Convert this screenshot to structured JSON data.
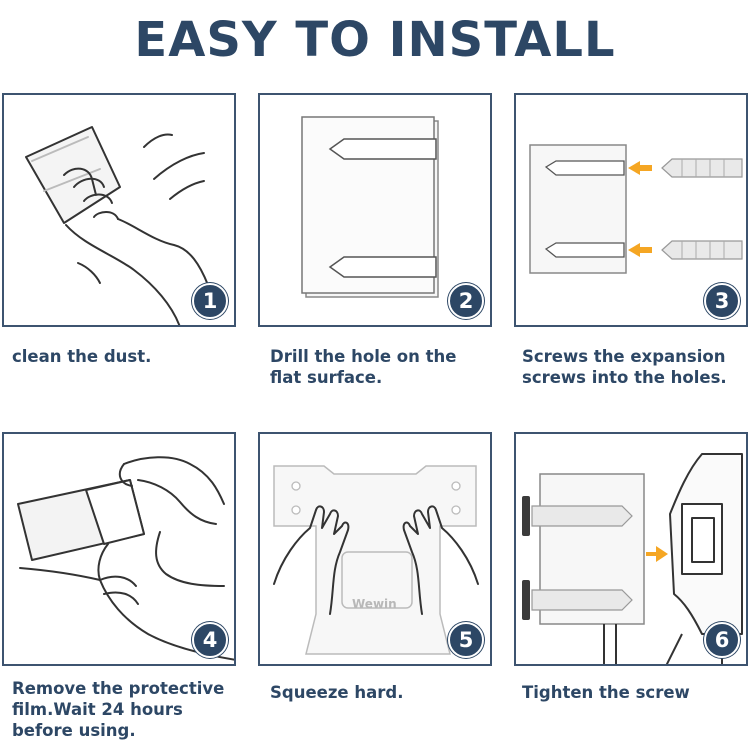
{
  "title": "EASY TO INSTALL",
  "brand_color": "#2d4765",
  "accent_color": "#f5a623",
  "steps": [
    {
      "number": "1",
      "caption": "clean the dust.",
      "icon": "hand-wiping-cloth-icon"
    },
    {
      "number": "2",
      "caption": "Drill the hole on the flat surface.",
      "icon": "drilled-wall-icon"
    },
    {
      "number": "3",
      "caption": "Screws the expansion screws into the holes.",
      "icon": "expansion-screw-icon"
    },
    {
      "number": "4",
      "caption": "Remove the protective film.Wait 24 hours before using.",
      "icon": "peel-film-icon"
    },
    {
      "number": "5",
      "caption": "Squeeze hard.",
      "icon": "press-mount-icon"
    },
    {
      "number": "6",
      "caption": "Tighten the screw",
      "icon": "mount-bracket-icon"
    }
  ],
  "product_brand": "Wewin"
}
